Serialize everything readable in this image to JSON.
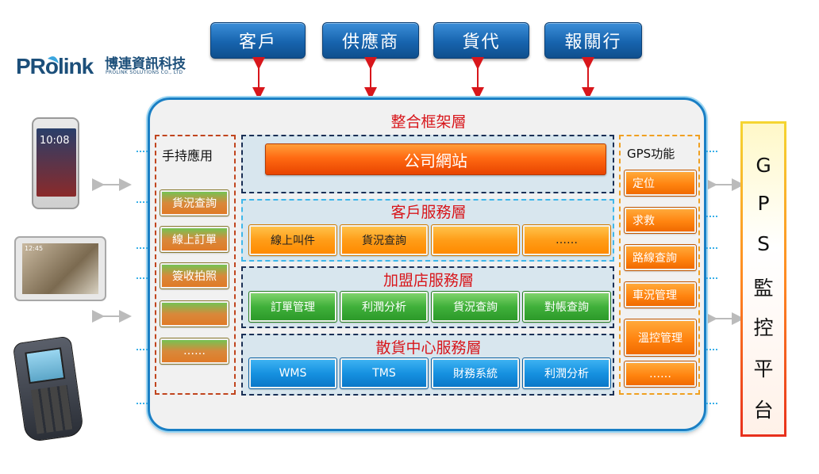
{
  "logo": {
    "mark": "PRolink",
    "company_zh": "博連資訊科技",
    "company_en": "PROLINK SOLUTIONS CO., LTD"
  },
  "top_parties": [
    "客戶",
    "供應商",
    "貨代",
    "報關行"
  ],
  "frame_title": "整合框架層",
  "mobile": {
    "title": "手持應用",
    "items": [
      "貨況查詢",
      "線上訂單",
      "簽收拍照",
      "",
      "……"
    ]
  },
  "website": "公司網站",
  "customer_layer": {
    "title": "客戶服務層",
    "items": [
      "線上叫件",
      "貨況查詢",
      "",
      "……"
    ]
  },
  "franchise_layer": {
    "title": "加盟店服務層",
    "items": [
      "訂單管理",
      "利潤分析",
      "貨況查詢",
      "對帳查詢"
    ]
  },
  "center_layer": {
    "title": "散貨中心服務層",
    "items": [
      "WMS",
      "TMS",
      "財務系統",
      "利潤分析"
    ]
  },
  "gps": {
    "title": "GPS功能",
    "items": [
      "定位",
      "求救",
      "路線查詢",
      "車況管理",
      "溫控管理",
      "……"
    ]
  },
  "gps_platform": [
    "G",
    "P",
    "S",
    "監",
    "控",
    "平",
    "台"
  ],
  "device_screen": {
    "time": "10:08",
    "time_small": "12:45"
  },
  "colors": {
    "accent_blue": "#1764ae",
    "title_red": "#d8161b",
    "arrow_red": "#d8161b",
    "frame_border": "#1a7fc4"
  }
}
